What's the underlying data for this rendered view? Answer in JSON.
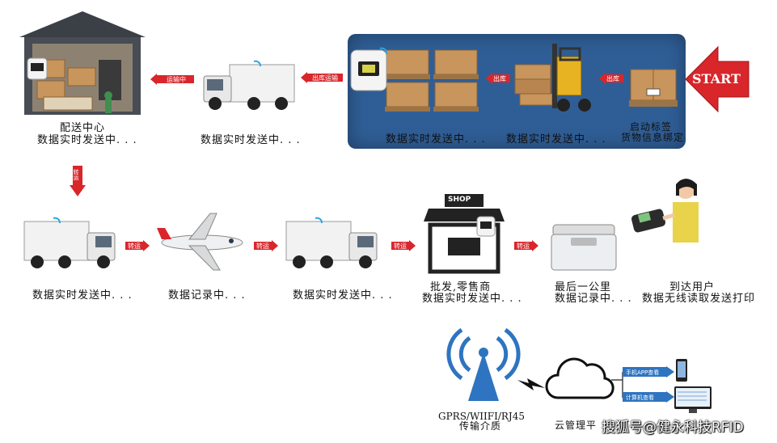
{
  "start": "START",
  "row1": {
    "start_caption_1": "启动标签",
    "start_caption_2": "货物信息绑定",
    "forklift_caption": "数据实时发送中. . .",
    "pallet_caption": "数据实时发送中. . .",
    "truck_caption": "数据实时发送中. . .",
    "center_caption_1": "配送中心",
    "center_caption_2": "数据实时发送中. . .",
    "arrow_out_1": "出库",
    "arrow_out_2": "出库",
    "arrow_out_transport": "出库运输",
    "arrow_transport": "运输中"
  },
  "down_arrow": "转运",
  "row2": {
    "truck1_caption": "数据实时发送中. . .",
    "plane_caption": "数据记录中. . .",
    "truck2_caption": "数据实时发送中. . .",
    "shop_caption_1": "批发,零售商",
    "shop_caption_2": "数据实时发送中. . .",
    "box_caption_1": "最后一公里",
    "box_caption_2": "数据记录中. . .",
    "user_caption_1": "到达用户",
    "user_caption_2": "数据无线读取发送打印",
    "arrow_1": "转运",
    "arrow_2": "转运",
    "arrow_3": "转运",
    "arrow_4": "转运",
    "shop_sign": "SHOP"
  },
  "row3": {
    "tower_caption_1": "GPRS/WIIFI/RJ45",
    "tower_caption_2": "传输介质",
    "cloud_caption": "云管理平",
    "label_phone": "手机APP查看",
    "label_pc": "计算机查看"
  },
  "watermark": "搜狐号@健永科技RFID",
  "colors": {
    "panel": "#2f5e96",
    "arrow": "#d9262b",
    "box": "#c8955c"
  }
}
